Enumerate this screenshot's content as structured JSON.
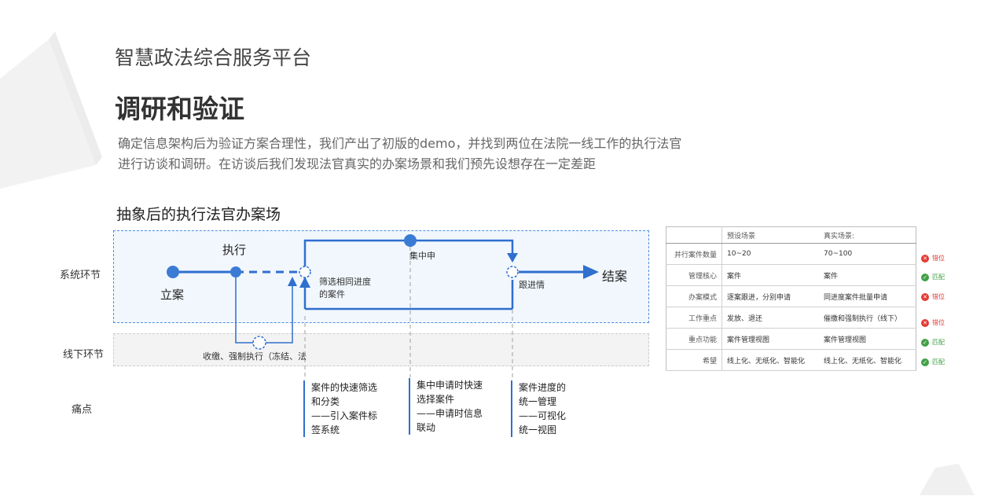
{
  "header": {
    "subtitle": "智慧政法综合服务平台",
    "title": "调研和验证",
    "description_line1": "确定信息架构后为验证方案合理性，我们产出了初版的demo，并找到两位在法院一线工作的执行法官",
    "description_line2": "进行访谈和调研。在访谈后我们发现法官真实的办案场景和我们预先设想存在一定差距"
  },
  "diagram": {
    "title": "抽象后的执行法官办案场",
    "row_labels": {
      "system": "系统环节",
      "offline": "线下环节",
      "pain": "痛点"
    },
    "nodes": {
      "filing": "立案",
      "execution": "执行",
      "filter_line1": "筛选相同进度",
      "filter_line2": "的案件",
      "centralized": "集中申",
      "follow_up": "跟进情",
      "closed": "结案",
      "offline_step": "收缴、强制执行（冻结、法"
    },
    "pain_points": [
      {
        "lines": [
          "案件的快速筛选",
          "和分类",
          "——引入案件标",
          "签系统"
        ]
      },
      {
        "lines": [
          "集中申请时快速",
          "选择案件",
          "——申请时信息",
          "联动"
        ]
      },
      {
        "lines": [
          "案件进度的",
          "统一管理",
          "——可视化",
          "统一视图"
        ]
      }
    ]
  },
  "table": {
    "headers": [
      "",
      "预设场景",
      "真实场景:"
    ],
    "rows": [
      {
        "label": "并行案件数量",
        "preset": "10~20",
        "real": "70~100",
        "status": "错位",
        "match": false
      },
      {
        "label": "管理核心",
        "preset": "案件",
        "real": "案件",
        "status": "匹配",
        "match": true
      },
      {
        "label": "办案模式",
        "preset": "逐案跟进，分别申请",
        "real": "同进度案件批量申请",
        "status": "错位",
        "match": false
      },
      {
        "label": "工作重点",
        "preset": "发放、退还",
        "real": "催缴和强制执行（线下）",
        "status": "错位",
        "match": false
      },
      {
        "label": "重点功能",
        "preset": "案件管理视图",
        "real": "案件管理视图",
        "status": "匹配",
        "match": true
      },
      {
        "label": "希望",
        "preset": "线上化、无纸化、智能化",
        "real": "线上化、无纸化、智能化",
        "status": "匹配",
        "match": true
      }
    ]
  },
  "colors": {
    "accent": "#2f6fce",
    "node": "#3a7bd5",
    "mismatch": "#e53935",
    "match": "#43a047"
  }
}
